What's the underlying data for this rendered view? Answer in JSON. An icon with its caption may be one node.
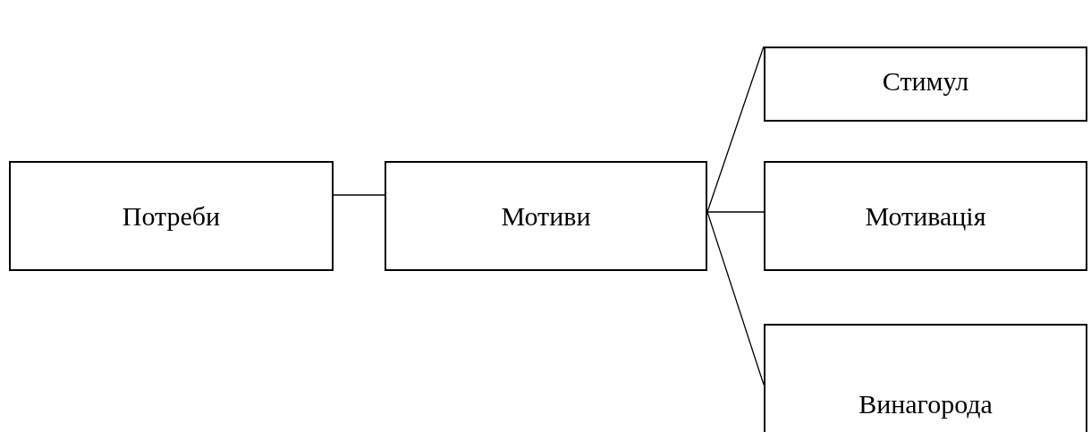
{
  "diagram": {
    "nodes": [
      {
        "text": [
          "Потреби"
        ]
      },
      {
        "text": [
          "Мотиви"
        ]
      },
      {
        "text": [
          "Стимул"
        ]
      },
      {
        "text": [
          "Мотивація"
        ]
      },
      {
        "text": [
          "Винагорода"
        ]
      }
    ],
    "edges": [
      {
        "from": 0,
        "to": 1,
        "arrow": "none"
      },
      {
        "from": 1,
        "to": 2,
        "arrow": "none"
      },
      {
        "from": 1,
        "to": 3,
        "arrow": "none"
      },
      {
        "from": 1,
        "to": 4,
        "arrow": "none"
      }
    ]
  }
}
